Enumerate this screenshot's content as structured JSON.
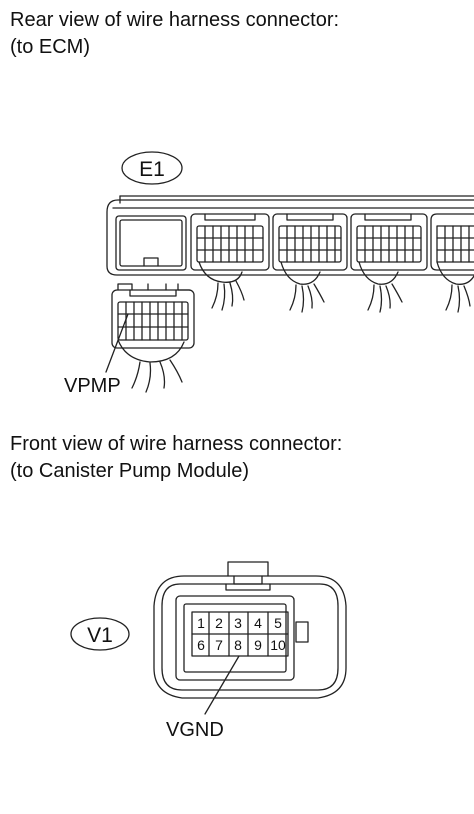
{
  "section_ecm": {
    "caption_line1": "Rear view of wire harness connector:",
    "caption_line2": "(to ECM)",
    "connector_id": "E1",
    "terminal_label": "VPMP"
  },
  "section_pump": {
    "caption_line1": "Front view of wire harness connector:",
    "caption_line2": "(to Canister Pump Module)",
    "connector_id": "V1",
    "terminals_top": [
      "1",
      "2",
      "3",
      "4",
      "5"
    ],
    "terminals_bottom": [
      "6",
      "7",
      "8",
      "9",
      "10"
    ],
    "terminal_label": "VGND"
  },
  "colors": {
    "line": "#222222",
    "background": "#ffffff"
  }
}
